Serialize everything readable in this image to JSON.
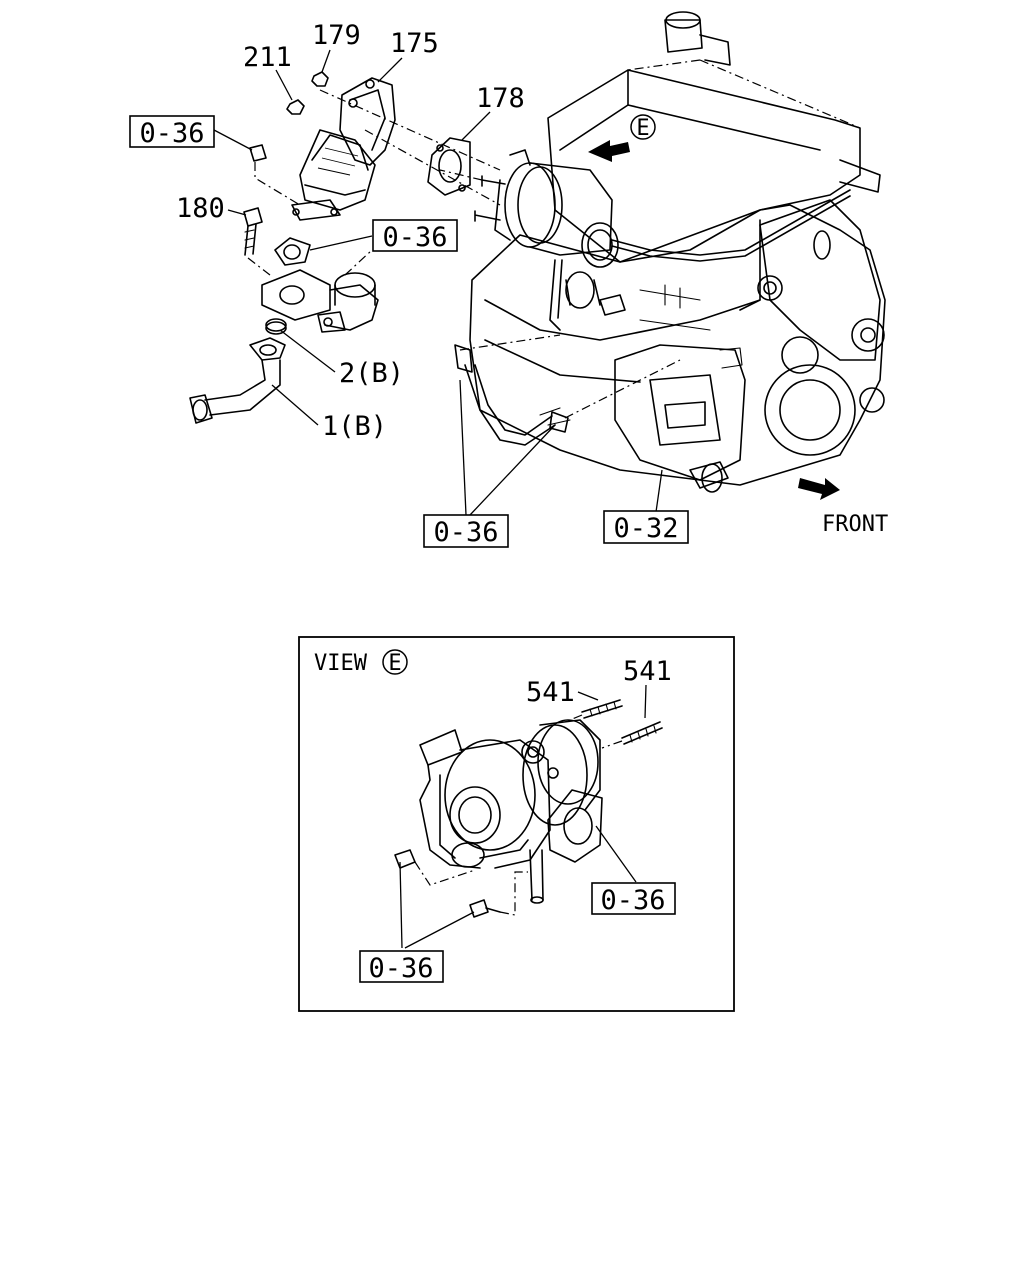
{
  "callouts": {
    "c211": "211",
    "c179": "179",
    "c175": "175",
    "c178": "178",
    "c180": "180",
    "c2b": "2(B)",
    "c1b": "1(B)",
    "c541a": "541",
    "c541b": "541"
  },
  "boxed_refs": {
    "ref_top_left": "0-36",
    "ref_mid": "0-36",
    "ref_bottom": "0-36",
    "ref_032": "0-32",
    "ref_view_right": "0-36",
    "ref_view_bottom": "0-36"
  },
  "view_marker": {
    "letter": "E"
  },
  "front_label": "FRONT",
  "view_title": "VIEW",
  "view_letter": "E"
}
